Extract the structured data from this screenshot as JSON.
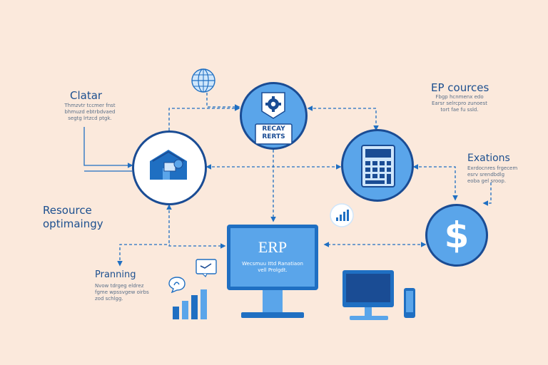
{
  "colors": {
    "background": "#fbe9dc",
    "primary": "#1f6fc2",
    "dark": "#1a4c94",
    "light": "#5aa5ea",
    "pale": "#cfe6fb"
  },
  "labels": {
    "clatar": {
      "title": "Clatar",
      "desc": "Thmzvtr tccmer fnst\nbhmuzd ebtrbdvaed\nsegtg lrtzcd ptgk."
    },
    "resource": {
      "title": "Resource\noptimaingy"
    },
    "planning": {
      "title": "Pranning",
      "desc": "Nvow tdrgeg eldrez\nfgme wpssvgew oirbs\nzod schlgg."
    },
    "ep_cources": {
      "title": "EP cources",
      "desc": "Fbgp hcnmenx edo\nEarsr selrcpro zunoest\ntort fae fu ssld."
    },
    "exations": {
      "title": "Exations",
      "desc": "Exrdocnres frgecem\nesrv srendbdlg\neoba gel sroop."
    }
  },
  "tagline": {
    "text": "RECAY\nRERTS"
  },
  "erp": {
    "title": "ERP",
    "subtitle": "Wecsmuu Ittd Ranatiaon\nvell Prolgdt."
  },
  "icons": [
    "globe-icon",
    "gear-icon",
    "warehouse-icon",
    "calculator-icon",
    "dollar-icon",
    "bar-chart-icon",
    "monitor-icon",
    "phone-icon",
    "chat-bubble-icon",
    "growth-chart-icon"
  ]
}
